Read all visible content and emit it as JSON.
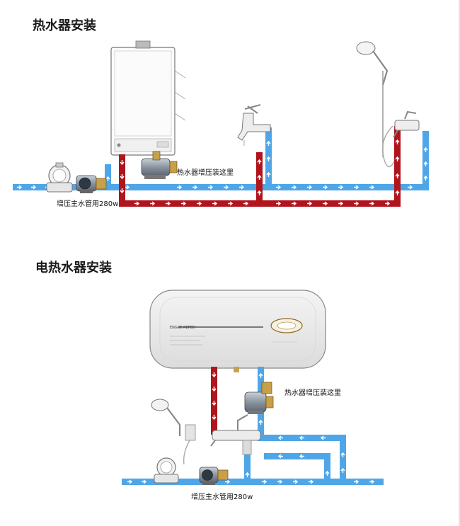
{
  "sections": [
    {
      "title": "热水器安装",
      "booster_label": "热水器增压装这里",
      "main_label": "增压主水管用280w"
    },
    {
      "title": "电热水器安装",
      "booster_label": "热水器增压装这里",
      "main_label": "增压主水管用280w",
      "tank_brand": "ENGUE REFED"
    }
  ],
  "colors": {
    "cold_pipe": "#4ea6e8",
    "hot_pipe": "#b0141c",
    "flow_arrow": "#ffffff",
    "appliance_outline": "#777777",
    "pump_body": "#8b95a1"
  },
  "icons": [
    "gas-water-heater-icon",
    "electric-water-heater-icon",
    "booster-pump-icon",
    "water-meter-icon",
    "faucet-icon",
    "shower-head-icon",
    "mixer-valve-icon"
  ]
}
